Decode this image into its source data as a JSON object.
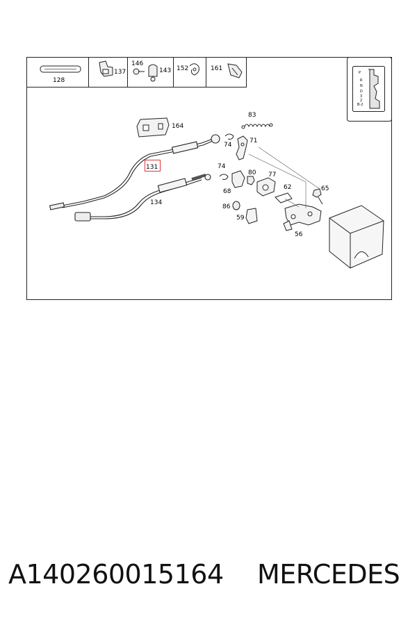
{
  "diagram": {
    "header_parts": [
      {
        "label": "128"
      },
      {
        "label": "137"
      },
      {
        "label": "146"
      },
      {
        "label": "143"
      },
      {
        "label": "152"
      },
      {
        "label": "161"
      }
    ],
    "callouts": {
      "p164": "164",
      "p83": "83",
      "p74a": "74",
      "p71": "71",
      "p131": "131",
      "p74b": "74",
      "p80": "80",
      "p77": "77",
      "p68": "68",
      "p62": "62",
      "p65": "65",
      "p134": "134",
      "p86": "86",
      "p59": "59",
      "p56": "56"
    },
    "highlighted_part": "131",
    "highlight_color": "#d9363e",
    "gear_positions": [
      "P",
      "R",
      "N",
      "D",
      "3",
      "2",
      "B-2"
    ]
  },
  "footer": {
    "part_number": "A140260015164",
    "brand": "MERCEDES"
  }
}
